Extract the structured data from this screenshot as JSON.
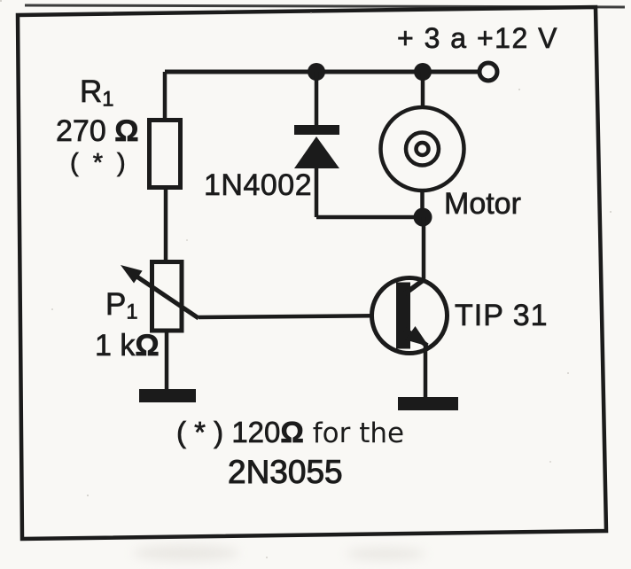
{
  "colors": {
    "ink": "#1b1b1b",
    "paper": "#f9f8f5"
  },
  "supply": {
    "label": "+ 3 a +12 V"
  },
  "r1": {
    "name": "R",
    "sub": "1",
    "value_num": "270 ",
    "ohm": "Ω",
    "note": "( * )"
  },
  "d1": {
    "part": "1N4002"
  },
  "motor": {
    "label": "Motor"
  },
  "p1": {
    "name": "P",
    "sub": "1",
    "value_num": "1 k",
    "ohm": "Ω"
  },
  "q1": {
    "part": "TIP 31"
  },
  "footnote": {
    "prefix": "( * ) 120",
    "ohm": "Ω",
    "suffix": " for the",
    "line2": "2N3055"
  },
  "components": [
    {
      "id": "R1",
      "type": "resistor",
      "value": "270 Ω",
      "note": "( * )"
    },
    {
      "id": "P1",
      "type": "potentiometer",
      "value": "1 kΩ"
    },
    {
      "id": "D1",
      "type": "diode",
      "part": "1N4002"
    },
    {
      "id": "Q1",
      "type": "npn-transistor",
      "part": "TIP 31"
    },
    {
      "id": "M1",
      "type": "dc-motor",
      "label": "Motor"
    },
    {
      "id": "V+",
      "type": "supply-rail",
      "label": "+ 3 a +12 V"
    }
  ]
}
